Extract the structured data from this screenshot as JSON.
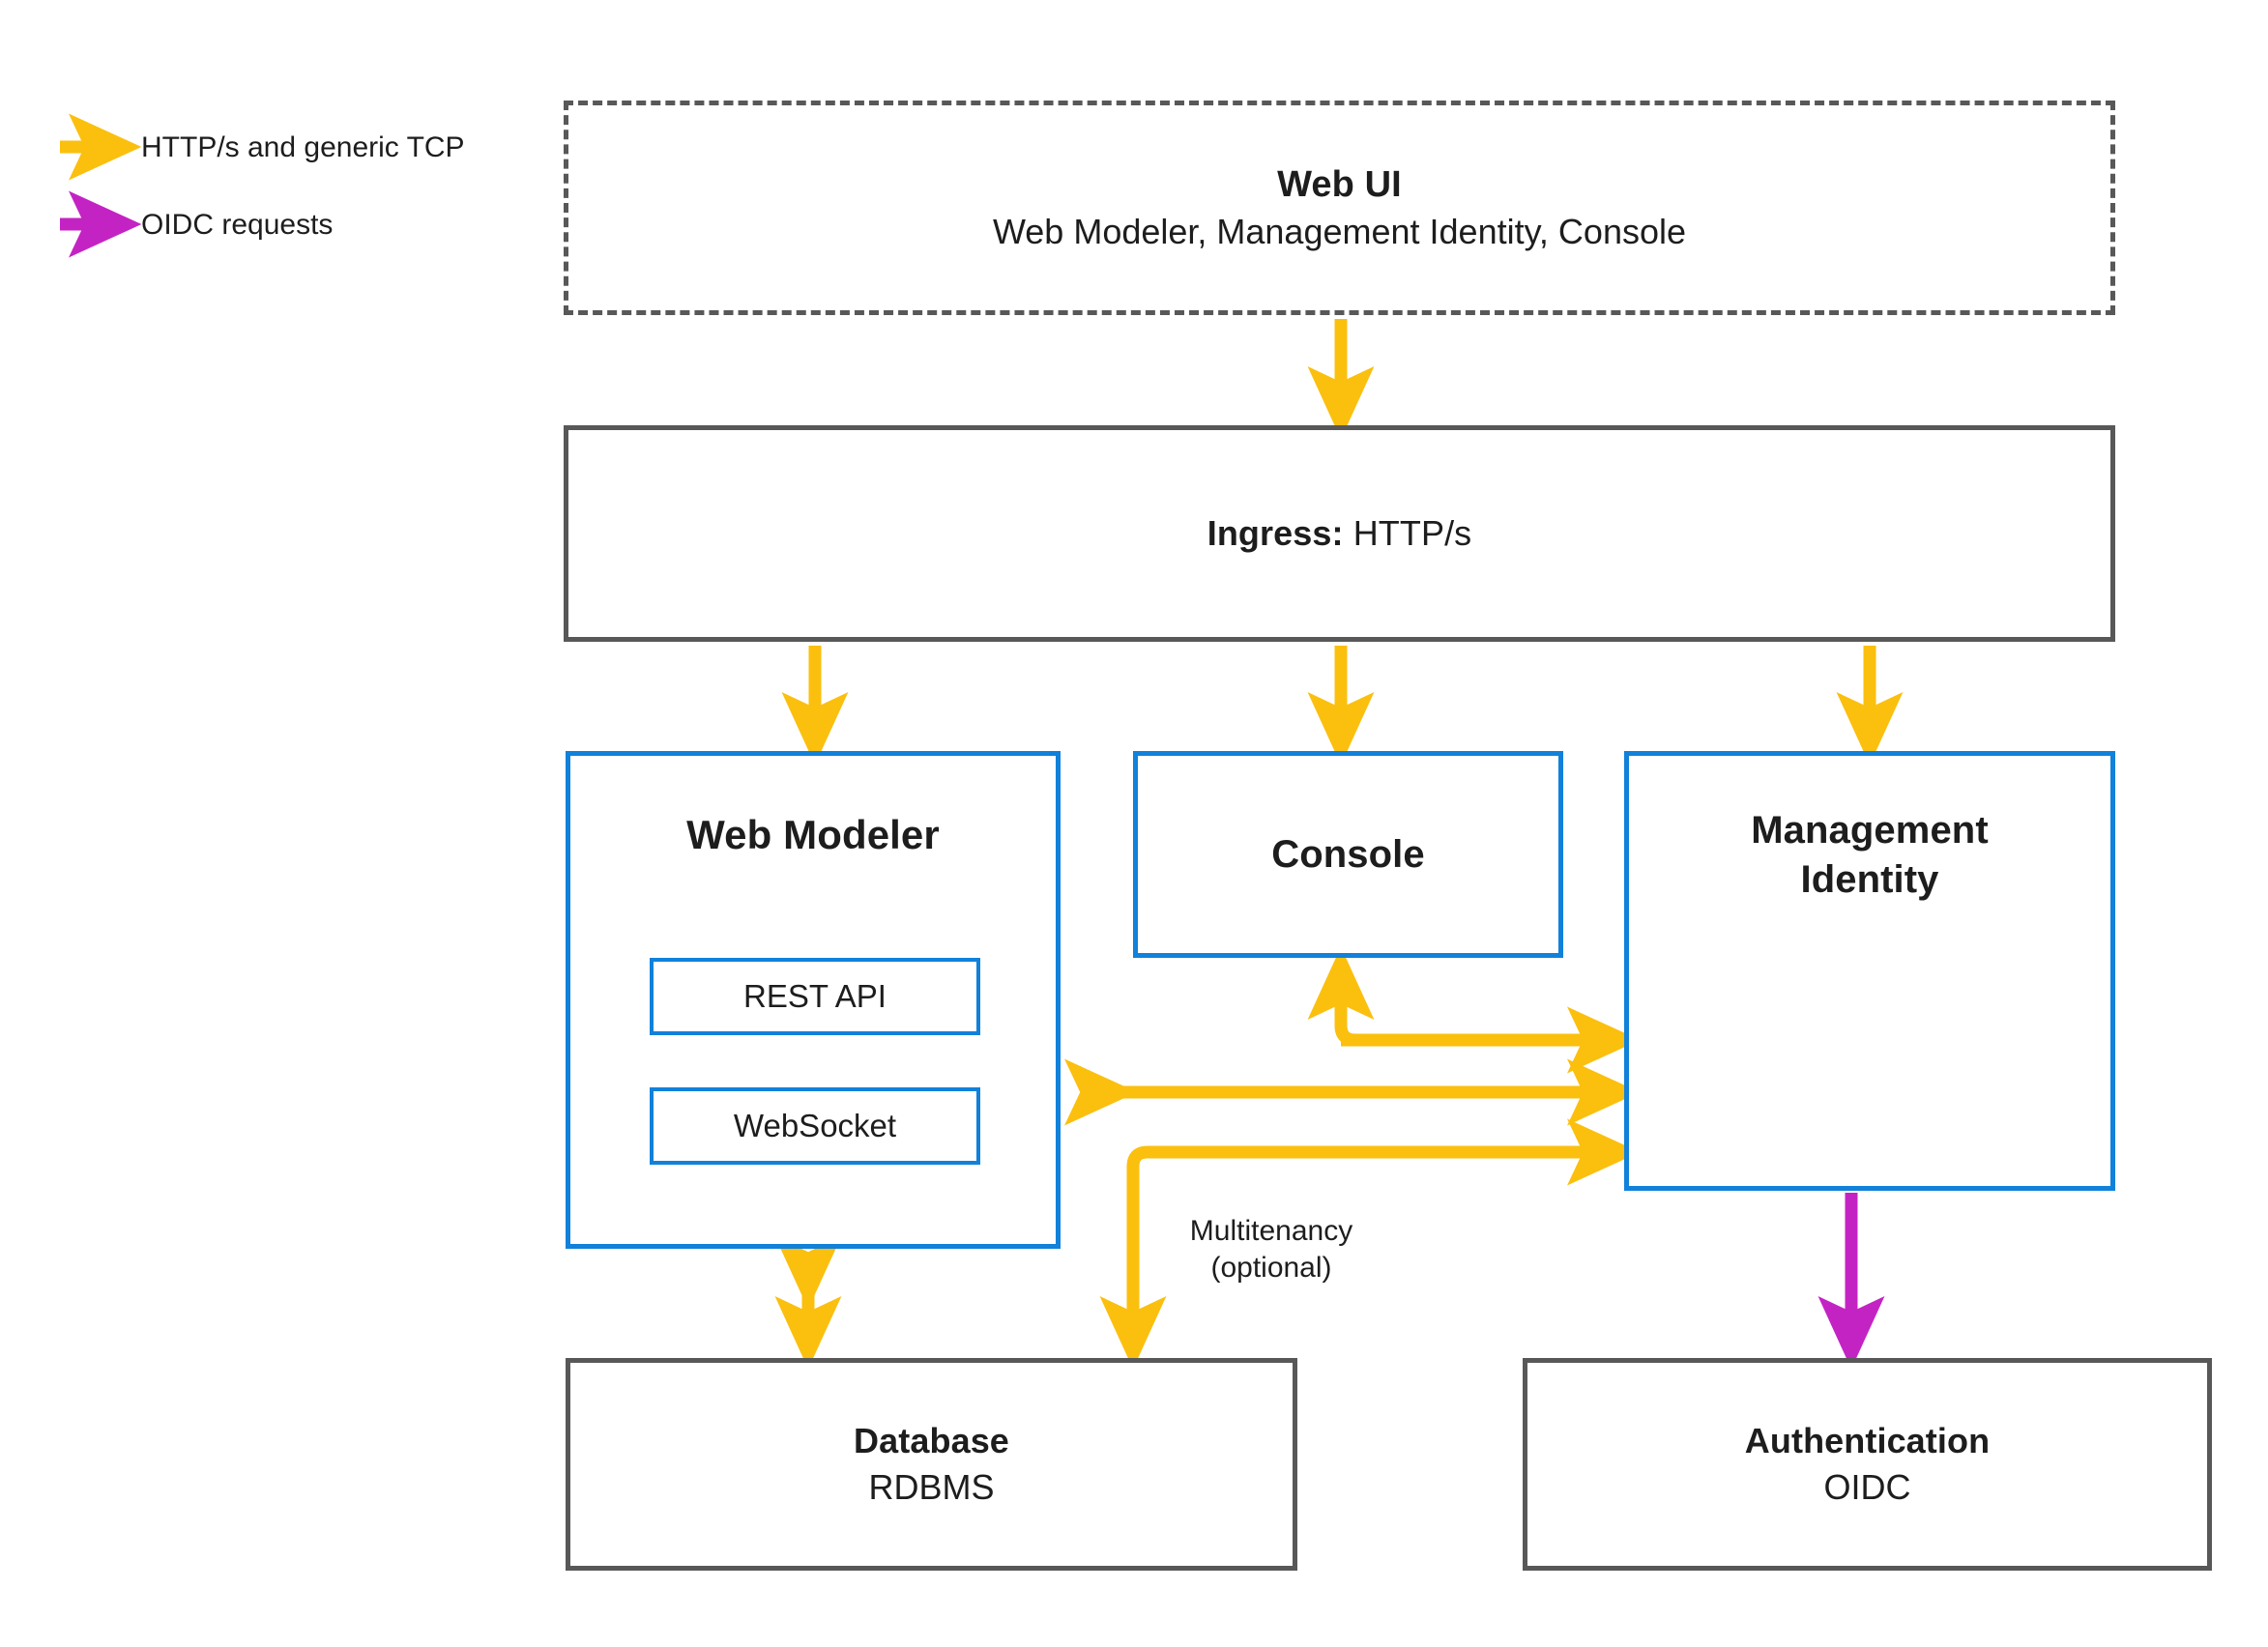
{
  "colors": {
    "http_arrow": "#FBBF0E",
    "oidc_arrow": "#C423C4",
    "box_gray": "#585858",
    "box_blue": "#1181DA",
    "text": "#1d1d1d",
    "background": "#ffffff"
  },
  "legend": {
    "items": [
      {
        "icon": "arrow-right-icon",
        "label": "HTTP/s and generic TCP",
        "color": "#FBBF0E"
      },
      {
        "icon": "arrow-right-icon",
        "label": "OIDC requests",
        "color": "#C423C4"
      }
    ]
  },
  "nodes": {
    "web_ui": {
      "title": "Web UI",
      "subtitle": "Web Modeler, Management Identity, Console",
      "style": "dashed-gray"
    },
    "ingress": {
      "title": "Ingress:",
      "subtitle": "HTTP/s",
      "style": "solid-gray"
    },
    "web_modeler": {
      "title": "Web Modeler",
      "style": "solid-blue",
      "children": [
        {
          "label": "REST API",
          "style": "solid-blue"
        },
        {
          "label": "WebSocket",
          "style": "solid-blue"
        }
      ]
    },
    "console": {
      "title": "Console",
      "style": "solid-blue"
    },
    "mgmt_identity": {
      "title_line1": "Management",
      "title_line2": "Identity",
      "style": "solid-blue"
    },
    "database": {
      "title": "Database",
      "subtitle": "RDBMS",
      "style": "solid-gray"
    },
    "authentication": {
      "title": "Authentication",
      "subtitle": "OIDC",
      "style": "solid-gray"
    }
  },
  "edges": [
    {
      "from": "web_ui",
      "to": "ingress",
      "type": "http",
      "direction": "down",
      "label": ""
    },
    {
      "from": "ingress",
      "to": "web_modeler",
      "type": "http",
      "direction": "down",
      "label": ""
    },
    {
      "from": "ingress",
      "to": "console",
      "type": "http",
      "direction": "down",
      "label": ""
    },
    {
      "from": "ingress",
      "to": "mgmt_identity",
      "type": "http",
      "direction": "down",
      "label": ""
    },
    {
      "from": "console",
      "to": "mgmt_identity",
      "type": "http",
      "direction": "one-way",
      "label": ""
    },
    {
      "from": "web_modeler",
      "to": "mgmt_identity",
      "type": "http",
      "direction": "bidirectional",
      "label": ""
    },
    {
      "from": "web_modeler",
      "to": "database",
      "type": "http",
      "direction": "bidirectional",
      "label": ""
    },
    {
      "from": "mgmt_identity",
      "to": "database",
      "type": "http",
      "direction": "one-way",
      "label": "Multitenancy\n(optional)"
    },
    {
      "from": "mgmt_identity",
      "to": "authentication",
      "type": "oidc",
      "direction": "down",
      "label": ""
    }
  ],
  "labels": {
    "multitenancy": "Multitenancy\n(optional)"
  }
}
